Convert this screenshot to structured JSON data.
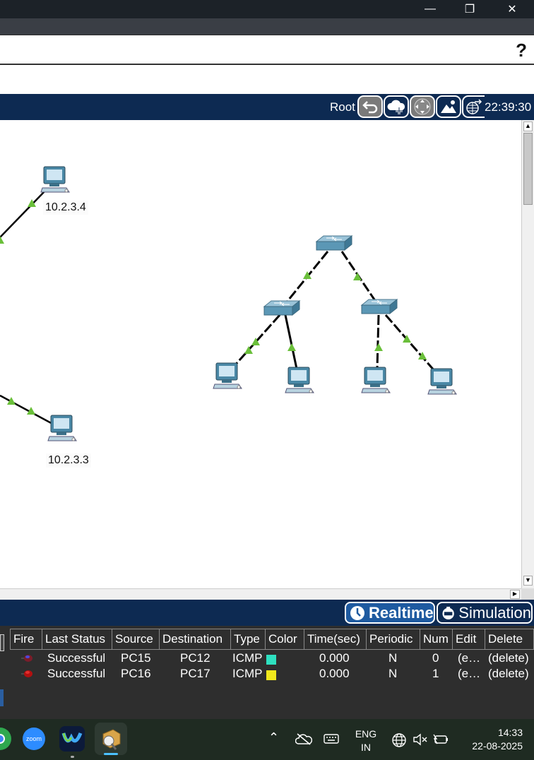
{
  "window": {
    "minimize_glyph": "—",
    "restore_glyph": "❐",
    "close_glyph": "✕"
  },
  "toolbar": {
    "help_label": "?"
  },
  "navbar": {
    "root_label": "Root",
    "clock": "22:39:30",
    "icons": [
      "back-icon",
      "cloud-add-icon",
      "move-icon",
      "background-image-icon",
      "viewport-icon"
    ]
  },
  "topology": {
    "ip_labels": [
      "10.2.3.4",
      "10.2.3.3"
    ],
    "link_color": "#000000",
    "link_status_color": "#6abf3a"
  },
  "modes": {
    "realtime_label": "Realtime",
    "simulation_label": "Simulation",
    "active": "Realtime"
  },
  "pdu_table": {
    "headers": [
      "Fire",
      "Last Status",
      "Source",
      "Destination",
      "Type",
      "Color",
      "Time(sec)",
      "Periodic",
      "Num",
      "Edit",
      "Delete"
    ],
    "rows": [
      {
        "last_status": "Successful",
        "source": "PC15",
        "destination": "PC12",
        "type": "ICMP",
        "color": "#2ee0c0",
        "time": "0.000",
        "periodic": "N",
        "num": "0",
        "edit": "(e…",
        "delete": "(delete)"
      },
      {
        "last_status": "Successful",
        "source": "PC16",
        "destination": "PC17",
        "type": "ICMP",
        "color": "#f0e81c",
        "time": "0.000",
        "periodic": "N",
        "num": "1",
        "edit": "(e…",
        "delete": "(delete)"
      }
    ]
  },
  "taskbar": {
    "apps": [
      "chrome-icon",
      "zoom-icon",
      "webex-icon",
      "packet-tracer-icon"
    ],
    "zoom_label": "zoom",
    "lang_line1": "ENG",
    "lang_line2": "IN",
    "time": "14:33",
    "date": "22-08-2025"
  }
}
